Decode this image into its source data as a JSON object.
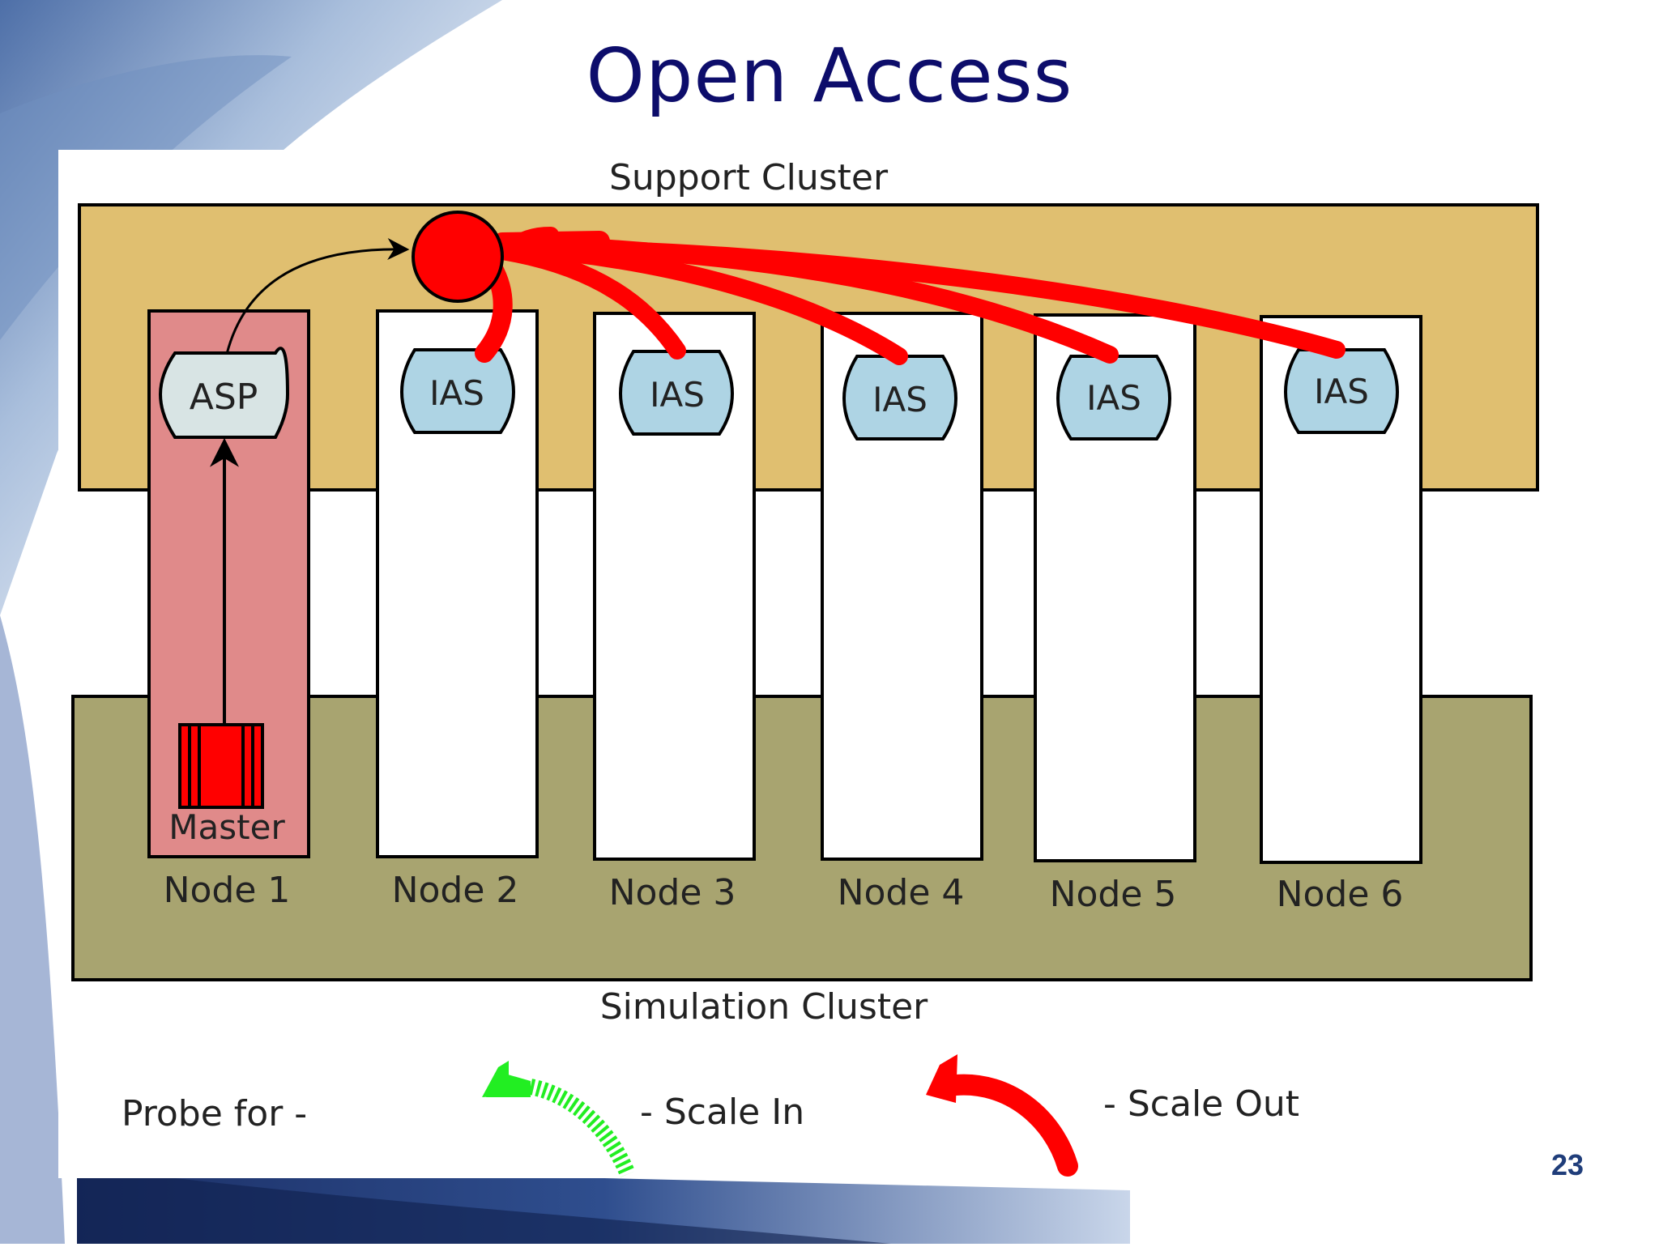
{
  "slide": {
    "title": "Open Access",
    "page_number": "23"
  },
  "diagram": {
    "support_cluster_label": "Support Cluster",
    "simulation_cluster_label": "Simulation Cluster",
    "asp_label": "ASP",
    "master_label": "Master",
    "nodes": [
      {
        "label": "Node 1",
        "service": "ASP"
      },
      {
        "label": "Node 2",
        "service": "IAS"
      },
      {
        "label": "Node 3",
        "service": "IAS"
      },
      {
        "label": "Node 4",
        "service": "IAS"
      },
      {
        "label": "Node 5",
        "service": "IAS"
      },
      {
        "label": "Node 6",
        "service": "IAS"
      }
    ]
  },
  "legend": {
    "probe_label": "Probe for -",
    "scale_in_label": "- Scale In",
    "scale_out_label": "- Scale Out"
  },
  "colors": {
    "title": "#0d0d6b",
    "support_cluster": "#e0bf70",
    "simulation_cluster": "#a8a470",
    "node1_highlight": "#e08a8a",
    "ias_box": "#aed4e4",
    "asp_box": "#d8e4e4",
    "scale_out": "#ff0000",
    "scale_in": "#22ee22"
  }
}
